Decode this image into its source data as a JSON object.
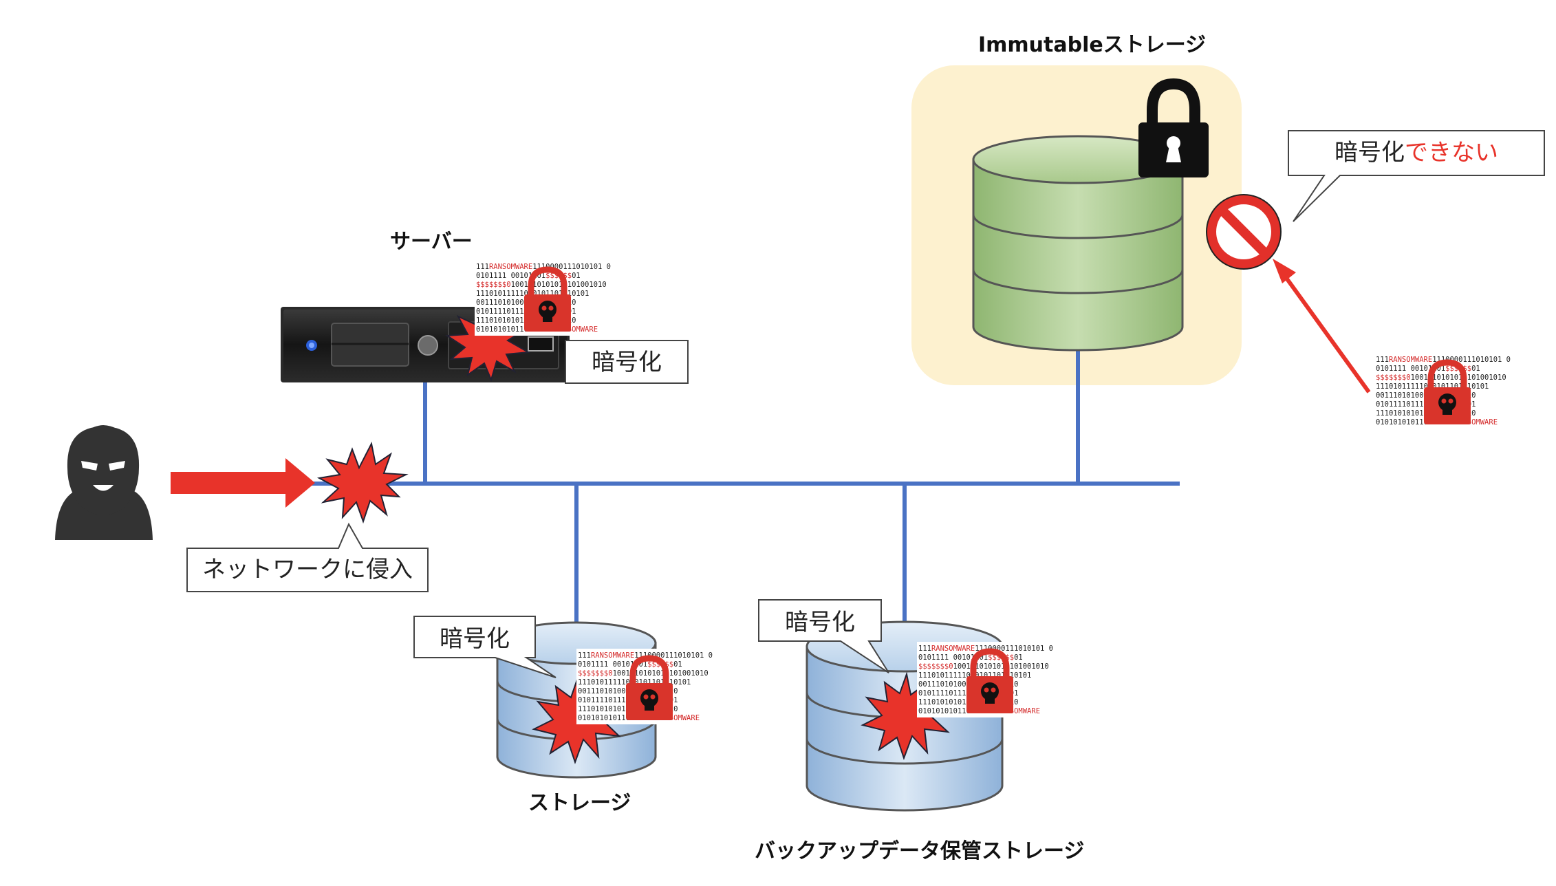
{
  "labels": {
    "immutable_storage": "Immutableストレージ",
    "server": "サーバー",
    "storage": "ストレージ",
    "backup_storage": "バックアップデータ保管ストレージ"
  },
  "callouts": {
    "server_encrypted": "暗号化",
    "network_intrusion": "ネットワークに侵入",
    "storage_encrypted": "暗号化",
    "backup_encrypted": "暗号化",
    "cannot_encrypt_prefix": "暗号化",
    "cannot_encrypt_suffix": "できない"
  },
  "ransom_note": {
    "lines": [
      [
        [
          "111",
          "k"
        ],
        [
          "RANSOMWARE",
          "r"
        ],
        [
          "1110000111010101 0",
          "k"
        ]
      ],
      [
        [
          "0101111 0010",
          "k"
        ],
        [
          "",
          "k"
        ],
        [
          "1101",
          "k"
        ],
        [
          "$$$$$$",
          "r"
        ],
        [
          "01",
          "k"
        ]
      ],
      [
        [
          "$$$$$$$0",
          "r"
        ],
        [
          "1001110101010101001010",
          "k"
        ]
      ],
      [
        [
          "1110101111",
          "k"
        ],
        [
          "",
          "k"
        ],
        [
          "1010101101110101",
          "k"
        ]
      ],
      [
        [
          "0011101010",
          "k"
        ],
        [
          "",
          "k"
        ],
        [
          "0101111101010",
          "k"
        ]
      ],
      [
        [
          "0101111011",
          "k"
        ],
        [
          "",
          "k"
        ],
        [
          "1101010100101",
          "k"
        ]
      ],
      [
        [
          "1110101010",
          "k"
        ],
        [
          "",
          "k"
        ],
        [
          "1010101110110",
          "k"
        ]
      ],
      [
        [
          "010101010110011110",
          "k"
        ],
        [
          "RANSOMWARE",
          "r"
        ]
      ]
    ]
  },
  "colors": {
    "network_line": "#4a72c4",
    "attack_red": "#e8332a",
    "lock_red": "#d9342b",
    "immutable_bg": "#fdf1cf",
    "immutable_db": "#a9c98c",
    "storage_db": "#b8d1ea"
  },
  "icons": [
    "hacker-icon",
    "attack-arrow",
    "explosion-icon",
    "server-icon",
    "padlock-icon",
    "prohibited-icon",
    "database-icon",
    "ransomware-lock-icon"
  ]
}
